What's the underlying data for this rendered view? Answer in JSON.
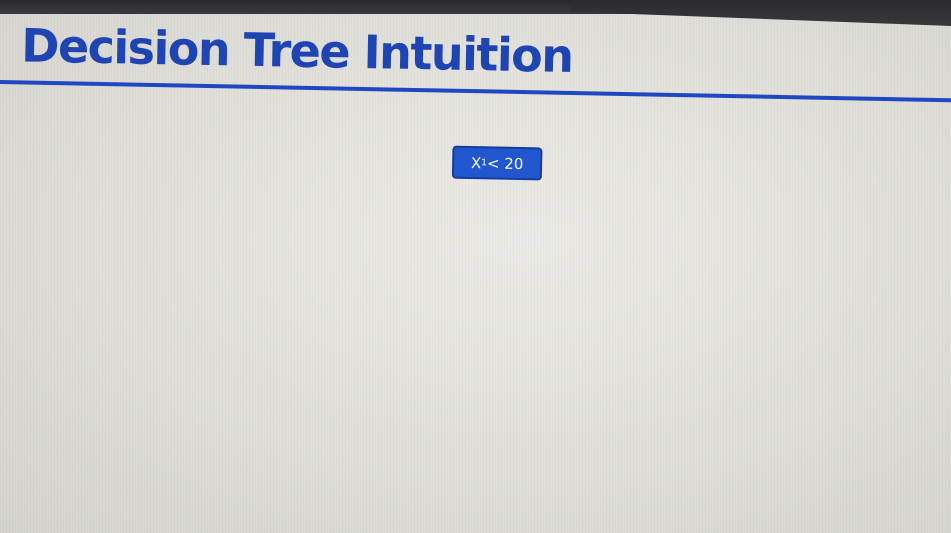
{
  "slide": {
    "title": "Decision Tree Intuition",
    "root_node": {
      "variable": "X",
      "subscript": "1",
      "condition": "< 20"
    }
  },
  "colors": {
    "title": "#1f45b5",
    "rule": "#1f48c2",
    "node_fill": "#2257d0",
    "node_border": "#153c9e",
    "background": "#e4e3de"
  }
}
